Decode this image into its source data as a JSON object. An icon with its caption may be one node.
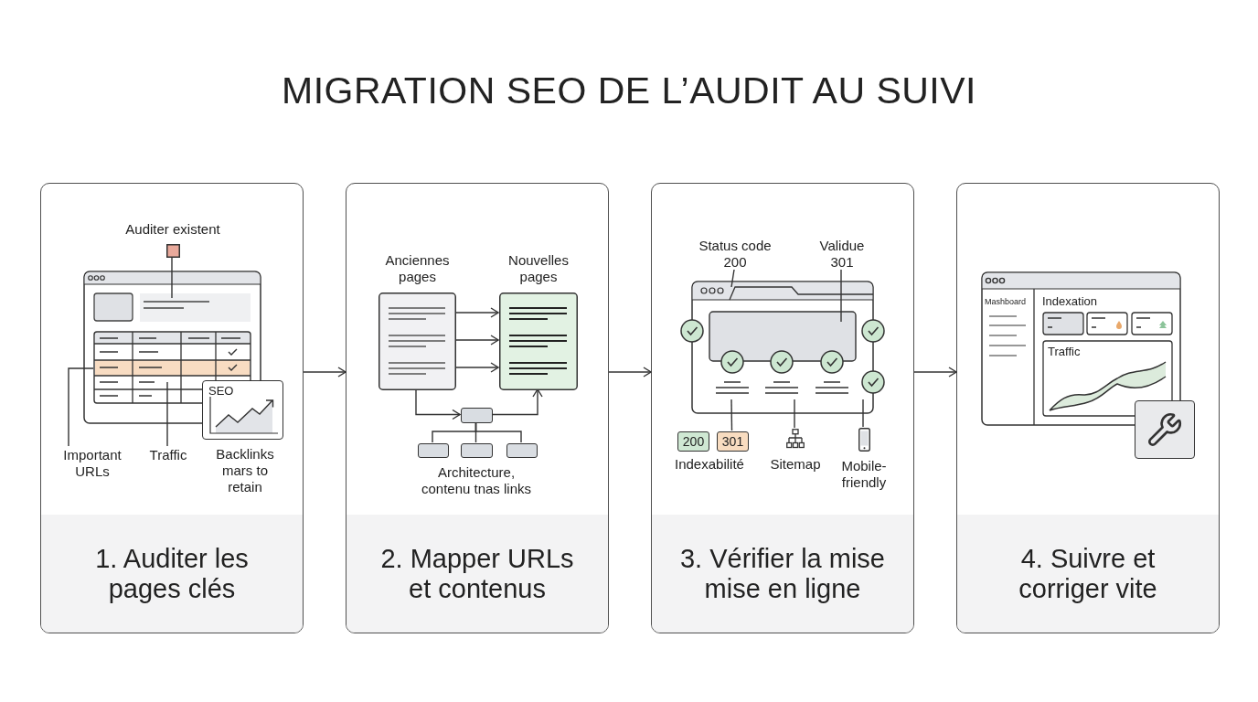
{
  "diagram": {
    "title": "MIGRATION SEO DE L’AUDIT AU SUIVI",
    "nodes": [
      {
        "text": [
          "1. Auditer les pages clés"
        ]
      },
      {
        "text": [
          "Auditer existent"
        ],
        "in": 0
      },
      {
        "text": [],
        "shape": "picture",
        "in": 0
      },
      {
        "text": [
          "SEO"
        ],
        "in": 0
      },
      {
        "text": [
          "Important URLs"
        ],
        "in": 0
      },
      {
        "text": [
          "Traffic"
        ],
        "in": 0
      },
      {
        "text": [
          "2. Mapper URLs et contenus"
        ]
      },
      {
        "text": [
          "Anciennes pages"
        ],
        "in": 6
      },
      {
        "text": [
          "Nouvelles pages"
        ],
        "in": 6
      },
      {
        "text": [],
        "shape": "box",
        "in": 6
      },
      {
        "text": [],
        "shape": "box",
        "in": 6
      },
      {
        "text": [],
        "shape": "box",
        "in": 6
      },
      {
        "text": [],
        "shape": "box",
        "in": 6
      },
      {
        "text": [
          "3. Vérifier la mise mise en ligne"
        ]
      },
      {
        "text": [
          "Status code 200"
        ],
        "in": 13
      },
      {
        "text": [
          "Validue 301"
        ],
        "in": 13
      },
      {
        "text": [
          "200"
        ],
        "in": 13
      },
      {
        "text": [
          "301"
        ],
        "in": 13
      },
      {
        "text": [
          "Sitemap"
        ],
        "in": 13
      },
      {
        "text": [
          "Mobile-friendly"
        ],
        "in": 13
      },
      {
        "text": [
          "4. Suivre et corriger vite"
        ]
      }
    ],
    "edges": [
      {
        "from": 0,
        "to": 6,
        "arrow": "to"
      },
      {
        "from": 6,
        "to": 13,
        "arrow": "to"
      },
      {
        "from": 13,
        "to": 20,
        "arrow": "to"
      },
      {
        "from": 1,
        "to": 2,
        "arrow": "none"
      },
      {
        "from": 4,
        "to": 2,
        "arrow": "none"
      },
      {
        "from": 5,
        "to": 2,
        "arrow": "none"
      },
      {
        "from": 7,
        "to": 8,
        "arrow": "to"
      },
      {
        "from": 7,
        "to": 8,
        "arrow": "to"
      },
      {
        "from": 7,
        "to": 8,
        "arrow": "to"
      },
      {
        "from": 7,
        "to": 9,
        "arrow": "to"
      },
      {
        "from": 9,
        "to": 8,
        "arrow": "to"
      },
      {
        "from": 9,
        "to": 10,
        "arrow": "none"
      },
      {
        "from": 9,
        "to": 11,
        "arrow": "none"
      },
      {
        "from": 9,
        "to": 12,
        "arrow": "none"
      },
      {
        "from": 14,
        "to": null,
        "arrow": "none"
      },
      {
        "from": 15,
        "to": null,
        "arrow": "none"
      },
      {
        "from": 17,
        "to": null,
        "arrow": "none"
      },
      {
        "from": 18,
        "to": null,
        "arrow": "none"
      },
      {
        "from": 19,
        "to": null,
        "arrow": "none"
      }
    ],
    "labels": [
      "Backlinks mars to retain",
      "Architecture, contenu tnas links",
      "Indexabilité",
      "Mashboard",
      "Indexation",
      "Traffic"
    ]
  }
}
